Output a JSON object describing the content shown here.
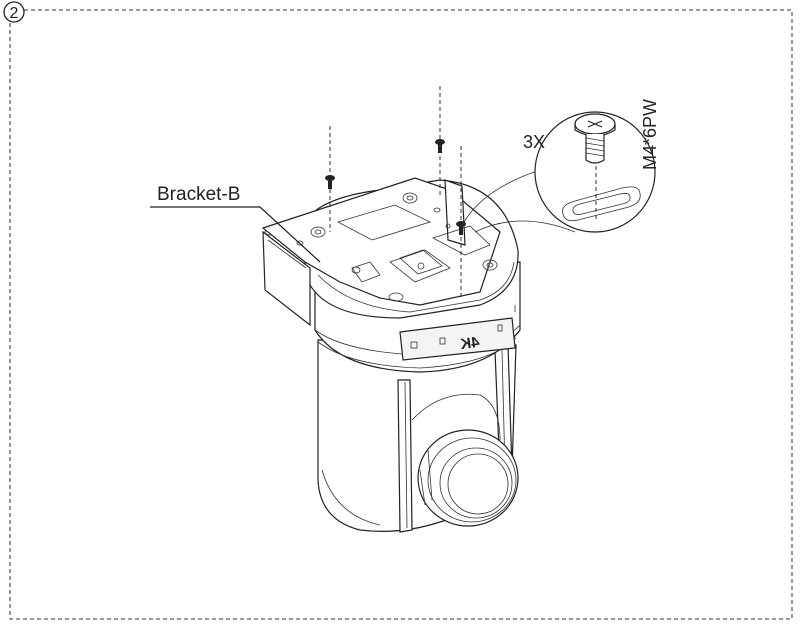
{
  "step_number": "2",
  "labels": {
    "bracket": "Bracket-B",
    "quantity": "3X",
    "screw_spec": "M4*6PW",
    "camera_badge": "4K"
  },
  "colors": {
    "line": "#222222",
    "background": "#ffffff"
  }
}
